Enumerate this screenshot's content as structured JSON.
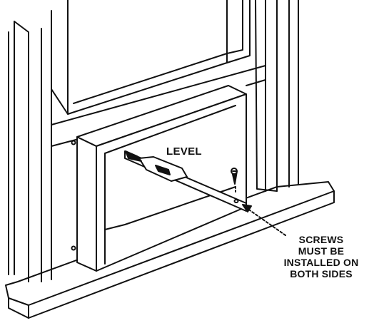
{
  "diagram": {
    "labels": {
      "level": "LEVEL",
      "screws_note": [
        "SCREWS",
        "MUST BE",
        "INSTALLED ON",
        "BOTH SIDES"
      ]
    },
    "icons": [
      "window-frame",
      "window-sash",
      "air-conditioner-cabinet",
      "level-tool",
      "screw-icon",
      "pointer-arrow"
    ],
    "colors": {
      "ink": "#111111",
      "background": "#ffffff"
    }
  }
}
